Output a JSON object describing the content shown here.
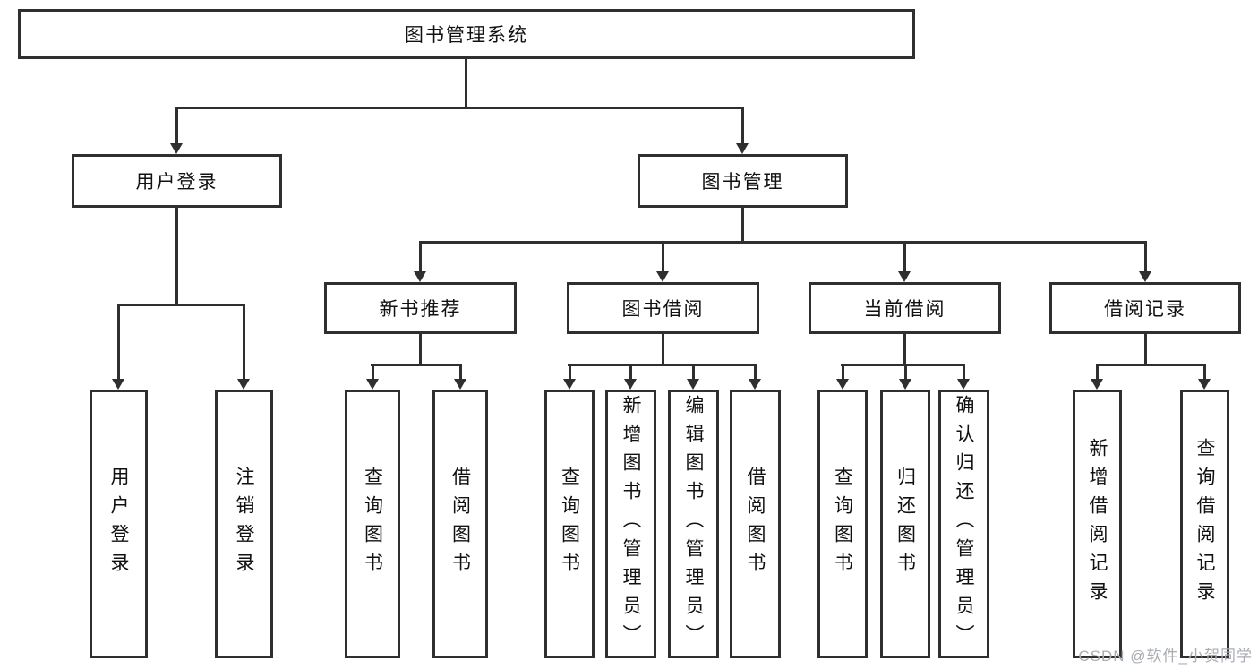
{
  "diagram": {
    "root": {
      "label": "图书管理系统"
    },
    "user_login": {
      "label": "用户登录"
    },
    "book_mgmt": {
      "label": "图书管理"
    },
    "leaf_login": {
      "label": "用户登录"
    },
    "leaf_logout": {
      "label": "注销登录"
    },
    "new_book": {
      "label": "新书推荐"
    },
    "borrow": {
      "label": "图书借阅"
    },
    "current": {
      "label": "当前借阅"
    },
    "record": {
      "label": "借阅记录"
    },
    "nb_query": {
      "label": "查询图书"
    },
    "nb_borrow": {
      "label": "借阅图书"
    },
    "bb_query": {
      "label": "查询图书"
    },
    "bb_add": {
      "label": "新增图书（管理员）"
    },
    "bb_edit": {
      "label": "编辑图书（管理员）"
    },
    "bb_borrow": {
      "label": "借阅图书"
    },
    "cb_query": {
      "label": "查询图书"
    },
    "cb_return": {
      "label": "归还图书"
    },
    "cb_confirm": {
      "label": "确认归还（管理员）"
    },
    "br_add": {
      "label": "新增借阅记录"
    },
    "br_query": {
      "label": "查询借阅记录"
    }
  },
  "watermark": "CSDN @软件_小贺同学"
}
